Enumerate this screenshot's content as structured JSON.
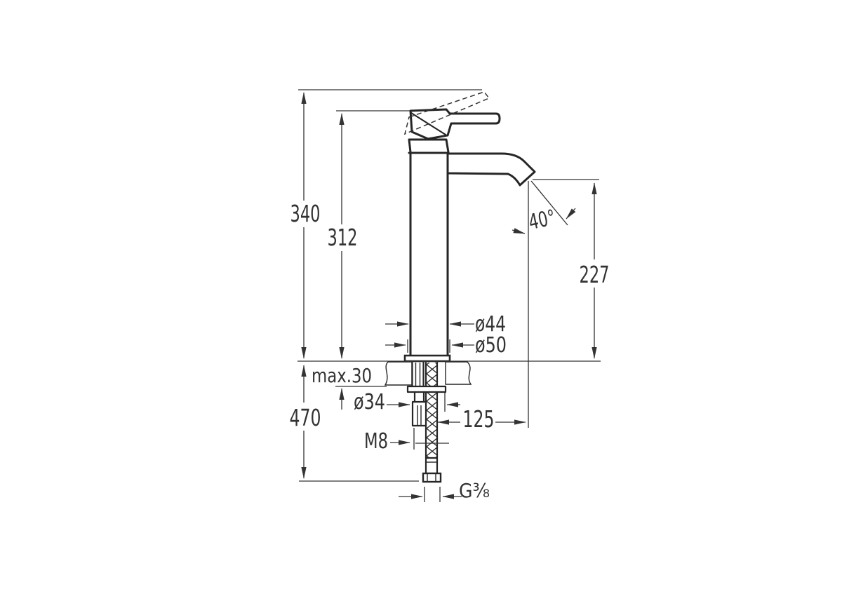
{
  "drawing": {
    "colors": {
      "line": "#333333",
      "outline": "#262626",
      "background": "#ffffff"
    },
    "dimensions": {
      "overall_height_above_deck": "340",
      "body_height_above_deck": "312",
      "spout_outlet_height": "227",
      "spout_outlet_angle": "40°",
      "body_diameter": "ø44",
      "base_diameter": "ø50",
      "max_deck_thickness": "max.30",
      "deck_hole_diameter": "ø34",
      "height_incl_tails": "470",
      "spout_reach": "125",
      "fixing_stud_thread": "M8",
      "supply_hose_thread": "G³⁄₈"
    }
  }
}
